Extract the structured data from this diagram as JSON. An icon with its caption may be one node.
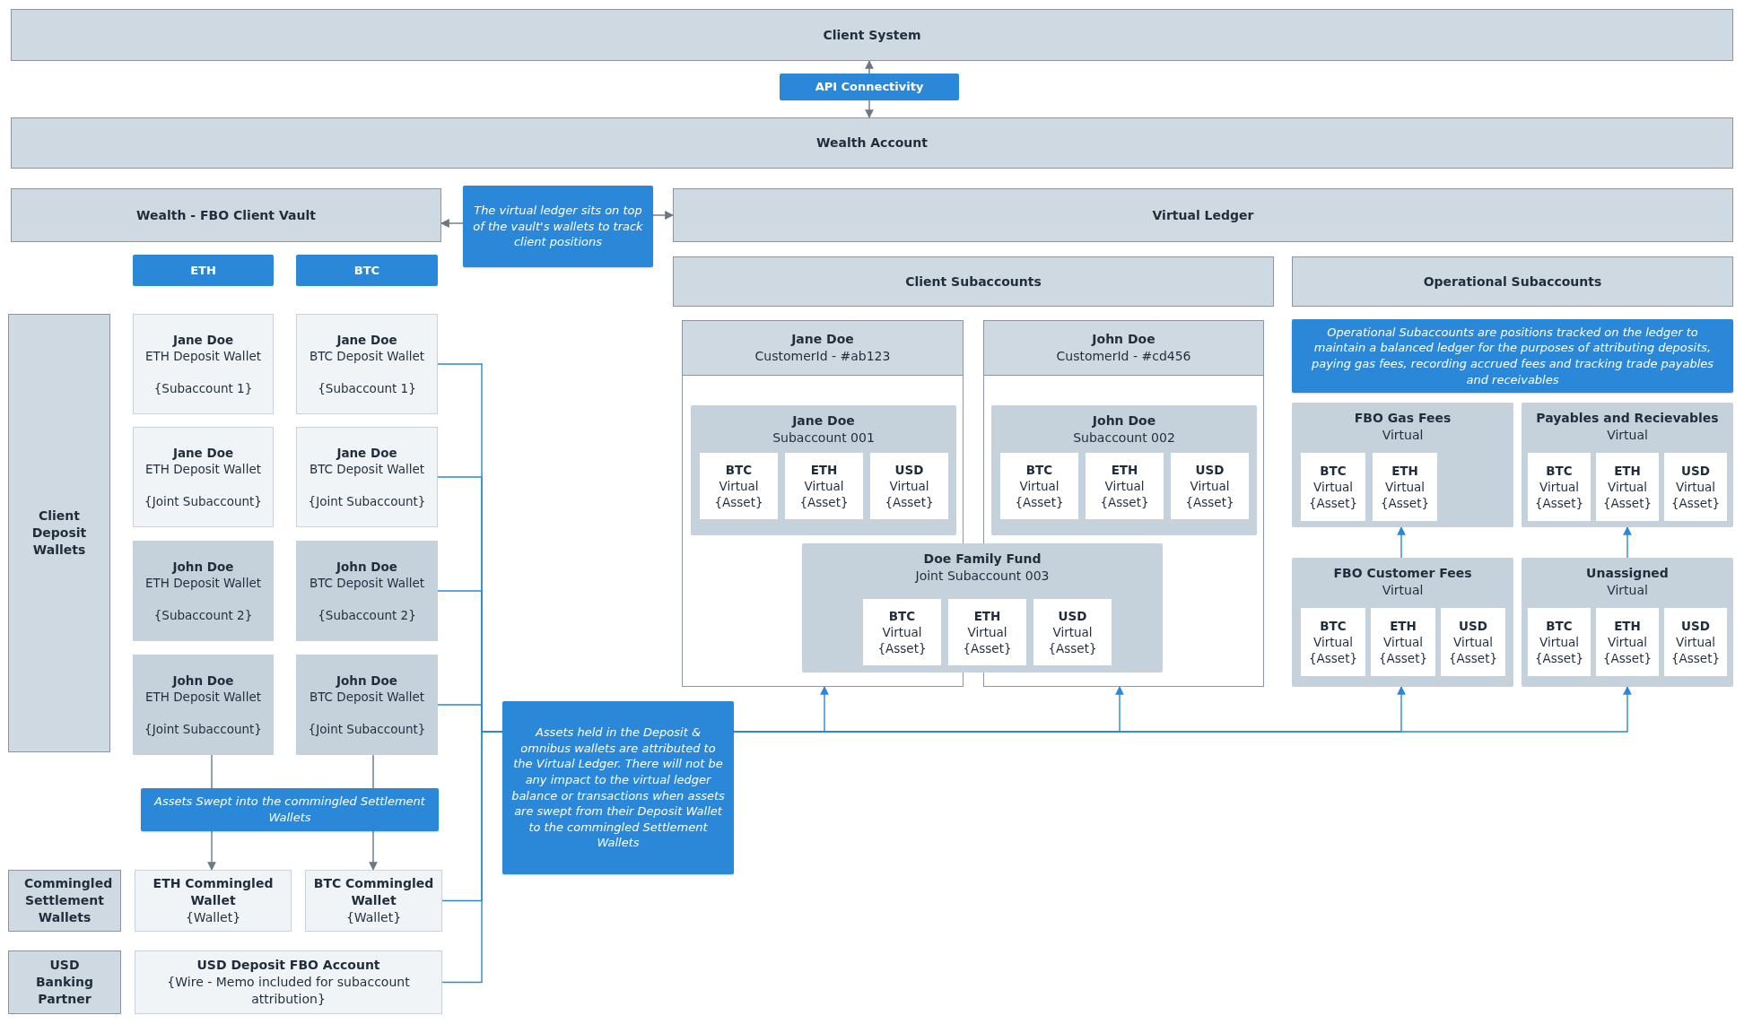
{
  "diagram": {
    "nodes": [
      {
        "text": [
          "Client System"
        ]
      },
      {
        "text": [
          "API  Connectivity"
        ]
      },
      {
        "text": [
          "Wealth Account"
        ]
      },
      {
        "text": [
          "Wealth - FBO Client Vault"
        ]
      },
      {
        "text": [
          "The virtual ledger sits on top of the vault's wallets to track client positions"
        ]
      },
      {
        "text": [
          "Virtual Ledger"
        ]
      },
      {
        "text": [
          "ETH"
        ]
      },
      {
        "text": [
          "BTC"
        ]
      },
      {
        "text": [
          "Client Subaccounts"
        ]
      },
      {
        "text": [
          "Operational Subaccounts"
        ]
      },
      {
        "text": [
          "Client Deposit Wallets"
        ]
      },
      {
        "text": [
          "Jane Doe",
          "ETH Deposit Wallet",
          "{Subaccount 1}"
        ]
      },
      {
        "text": [
          "Jane Doe",
          "BTC Deposit Wallet",
          "{Subaccount 1}"
        ]
      },
      {
        "text": [
          "Jane Doe",
          "ETH Deposit Wallet",
          "{Joint Subaccount}"
        ]
      },
      {
        "text": [
          "Jane Doe",
          "BTC Deposit Wallet",
          "{Joint Subaccount}"
        ]
      },
      {
        "text": [
          "John Doe",
          "ETH Deposit Wallet",
          "{Subaccount 2}"
        ]
      },
      {
        "text": [
          "John Doe",
          "BTC Deposit Wallet",
          "{Subaccount 2}"
        ]
      },
      {
        "text": [
          "John Doe",
          "ETH Deposit Wallet",
          "{Joint Subaccount}"
        ]
      },
      {
        "text": [
          "John Doe",
          "BTC Deposit Wallet",
          "{Joint Subaccount}"
        ]
      },
      {
        "text": [
          "Jane Doe",
          "CustomerId - #ab123"
        ]
      },
      {
        "text": [
          "Jane Doe",
          "Subaccount 001"
        ],
        "in": 19
      },
      {
        "text": [
          "BTC",
          "Virtual {Asset}"
        ],
        "in": 20
      },
      {
        "text": [
          "ETH",
          "Virtual {Asset}"
        ],
        "in": 20
      },
      {
        "text": [
          "USD",
          "Virtual {Asset}"
        ],
        "in": 20
      },
      {
        "text": [
          "John Doe",
          "CustomerId - #cd456"
        ]
      },
      {
        "text": [
          "John Doe",
          "Subaccount 002"
        ],
        "in": 24
      },
      {
        "text": [
          "BTC",
          "Virtual {Asset}"
        ],
        "in": 25
      },
      {
        "text": [
          "ETH",
          "Virtual {Asset}"
        ],
        "in": 25
      },
      {
        "text": [
          "USD",
          "Virtual {Asset}"
        ],
        "in": 25
      },
      {
        "text": [
          "Doe Family Fund",
          "Joint Subaccount 003"
        ]
      },
      {
        "text": [
          "BTC",
          "Virtual {Asset}"
        ]
      },
      {
        "text": [
          "ETH",
          "Virtual {Asset}"
        ],
        "in": 29
      },
      {
        "text": [
          "USD",
          "Virtual {Asset}"
        ]
      },
      {
        "text": [
          "Operational Subaccounts are positions tracked on the ledger to maintain a balanced ledger for the purposes of attributing deposits, paying gas fees, recording accrued fees and tracking trade payables and receivables"
        ]
      },
      {
        "text": [
          "FBO Gas Fees",
          "Virtual"
        ]
      },
      {
        "text": [
          "BTC",
          "Virtual {Asset}"
        ],
        "in": 34
      },
      {
        "text": [
          "ETH",
          "Virtual {Asset}"
        ],
        "in": 34
      },
      {
        "text": [
          "Payables and Recievables",
          "Virtual"
        ]
      },
      {
        "text": [
          "BTC",
          "Virtual {Asset}"
        ],
        "in": 37
      },
      {
        "text": [
          "ETH",
          "Virtual {Asset}"
        ],
        "in": 37
      },
      {
        "text": [
          "USD",
          "Virtual {Asset}"
        ],
        "in": 37
      },
      {
        "text": [
          "FBO Customer Fees",
          "Virtual"
        ]
      },
      {
        "text": [
          "BTC",
          "Virtual {Asset}"
        ],
        "in": 41
      },
      {
        "text": [
          "ETH",
          "Virtual {Asset}"
        ],
        "in": 41
      },
      {
        "text": [
          "USD",
          "Virtual {Asset}"
        ],
        "in": 41
      },
      {
        "text": [
          "Unassigned",
          "Virtual"
        ]
      },
      {
        "text": [
          "BTC",
          "Virtual {Asset}"
        ],
        "in": 45
      },
      {
        "text": [
          "ETH",
          "Virtual {Asset}"
        ],
        "in": 45
      },
      {
        "text": [
          "USD",
          "Virtual {Asset}"
        ],
        "in": 45
      },
      {
        "text": [
          "Assets Swept into the commingled Settlement Wallets"
        ]
      },
      {
        "text": [
          "Commingled Settlement Wallets"
        ]
      },
      {
        "text": [
          "ETH Commingled Wallet",
          "{Wallet}"
        ]
      },
      {
        "text": [
          "BTC Commingled Wallet",
          "{Wallet}"
        ]
      },
      {
        "text": [
          "USD Banking Partner"
        ]
      },
      {
        "text": [
          "USD Deposit FBO Account",
          "{Wire - Memo included for subaccount attribution}"
        ]
      },
      {
        "text": [
          "Assets held in the Deposit & omnibus wallets are attributed to the Virtual Ledger. There will not be any impact to the virtual ledger balance or transactions when assets are swept from their Deposit Wallet to the commingled Settlement Wallets"
        ]
      }
    ],
    "edges": [
      {
        "from": 1,
        "to": 0,
        "arrow": "to",
        "color": "#6b7785"
      },
      {
        "from": 1,
        "to": 2,
        "arrow": "to",
        "color": "#6b7785"
      },
      {
        "from": 4,
        "to": 3,
        "arrow": "to",
        "color": "#6b7785"
      },
      {
        "from": 4,
        "to": 5,
        "arrow": "to",
        "color": "#6b7785"
      },
      {
        "from": 17,
        "to": 49,
        "arrow": "none",
        "color": "#6b7785"
      },
      {
        "from": 18,
        "to": 49,
        "arrow": "none",
        "color": "#6b7785"
      },
      {
        "from": 49,
        "to": 51,
        "arrow": "to",
        "color": "#6b7785"
      },
      {
        "from": 49,
        "to": 52,
        "arrow": "to",
        "color": "#6b7785"
      },
      {
        "from": 12,
        "to": 55,
        "arrow": "none"
      },
      {
        "from": 14,
        "to": 55,
        "arrow": "none"
      },
      {
        "from": 16,
        "to": 55,
        "arrow": "none"
      },
      {
        "from": 18,
        "to": 55,
        "arrow": "none"
      },
      {
        "from": 52,
        "to": 55,
        "arrow": "none"
      },
      {
        "from": 54,
        "to": 55,
        "arrow": "none"
      },
      {
        "from": 55,
        "to": 19,
        "arrow": "to"
      },
      {
        "from": 55,
        "to": 24,
        "arrow": "to"
      },
      {
        "from": 55,
        "to": 41,
        "arrow": "to"
      },
      {
        "from": 55,
        "to": 45,
        "arrow": "to"
      },
      {
        "from": 41,
        "to": 34,
        "arrow": "to"
      },
      {
        "from": 45,
        "to": 37,
        "arrow": "to"
      }
    ]
  }
}
